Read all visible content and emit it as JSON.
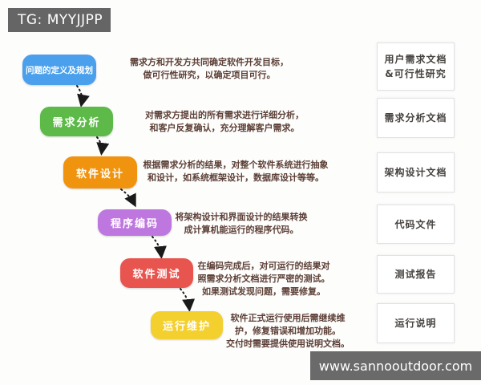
{
  "header": {
    "watermark": "TG: MYYJJPP"
  },
  "footer": {
    "watermark": "www.sannooutdoor.com"
  },
  "colors": {
    "stage_blue": "#4aa0ec",
    "stage_green": "#5dba49",
    "stage_orange": "#f0930f",
    "stage_purple": "#bd77de",
    "stage_red": "#e8554f",
    "stage_yellow": "#f4d02f",
    "watermark_bg": "#666666",
    "description_text": "#5d4037",
    "arrow": "#1a1a1a"
  },
  "diagram": {
    "type": "flowchart",
    "stages": [
      {
        "label": "问题的定义及规划",
        "color": "#4aa0ec",
        "description": [
          "需求方和开发方共同确定软件开发目标，",
          "做可行性研究，以确定项目可行。"
        ],
        "output": [
          "用户需求文档",
          "&可行性研究"
        ]
      },
      {
        "label": "需求分析",
        "color": "#5dba49",
        "description": [
          "对需求方提出的所有需求进行详细分析，",
          "和客户反复确认，充分理解客户需求。"
        ],
        "output": [
          "需求分析文档"
        ]
      },
      {
        "label": "软件设计",
        "color": "#f0930f",
        "description": [
          "根据需求分析的结果，对整个软件系统进行抽象",
          "和设计，如系统框架设计，数据库设计等等。"
        ],
        "output": [
          "架构设计文档"
        ]
      },
      {
        "label": "程序编码",
        "color": "#bd77de",
        "description": [
          "将架构设计和界面设计的结果转换",
          "成计算机能运行的程序代码。"
        ],
        "output": [
          "代码文件"
        ]
      },
      {
        "label": "软件测试",
        "color": "#e8554f",
        "description": [
          "在编码完成后，对可运行的结果对",
          "照需求分析文档进行严密的测试。",
          "如果测试发现问题，需要修复。"
        ],
        "output": [
          "测试报告"
        ]
      },
      {
        "label": "运行维护",
        "color": "#f4d02f",
        "description": [
          "软件正式运行使用后需继续维",
          "护，修复错误和增加功能。",
          "交付时需要提供使用说明文档。"
        ],
        "output": [
          "运行说明"
        ]
      }
    ]
  }
}
